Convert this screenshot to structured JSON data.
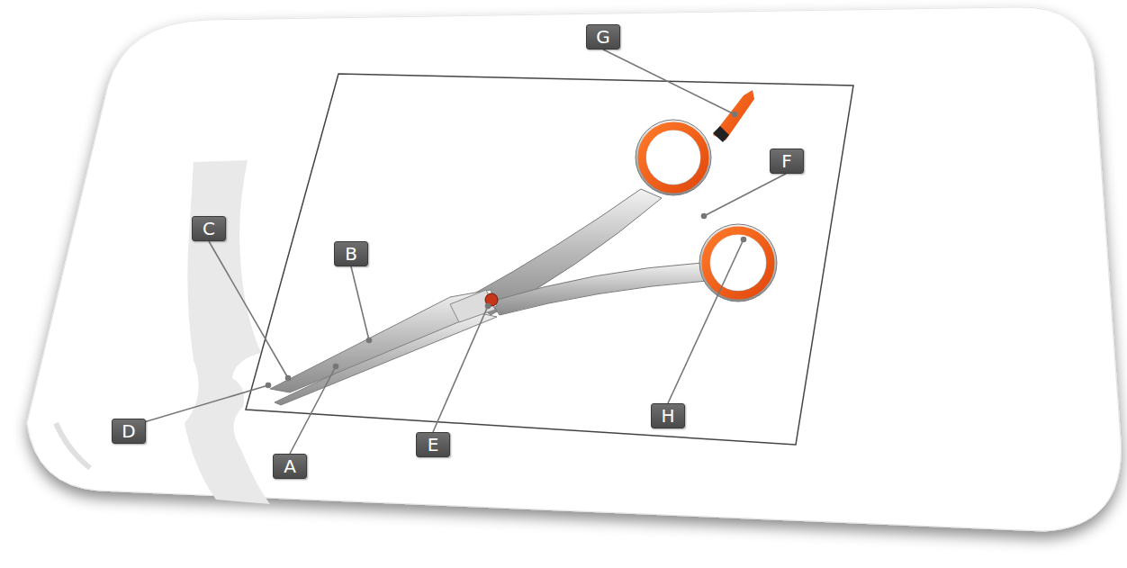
{
  "diagram": {
    "labels": [
      "G",
      "F",
      "C",
      "B",
      "H",
      "D",
      "E",
      "A"
    ]
  }
}
